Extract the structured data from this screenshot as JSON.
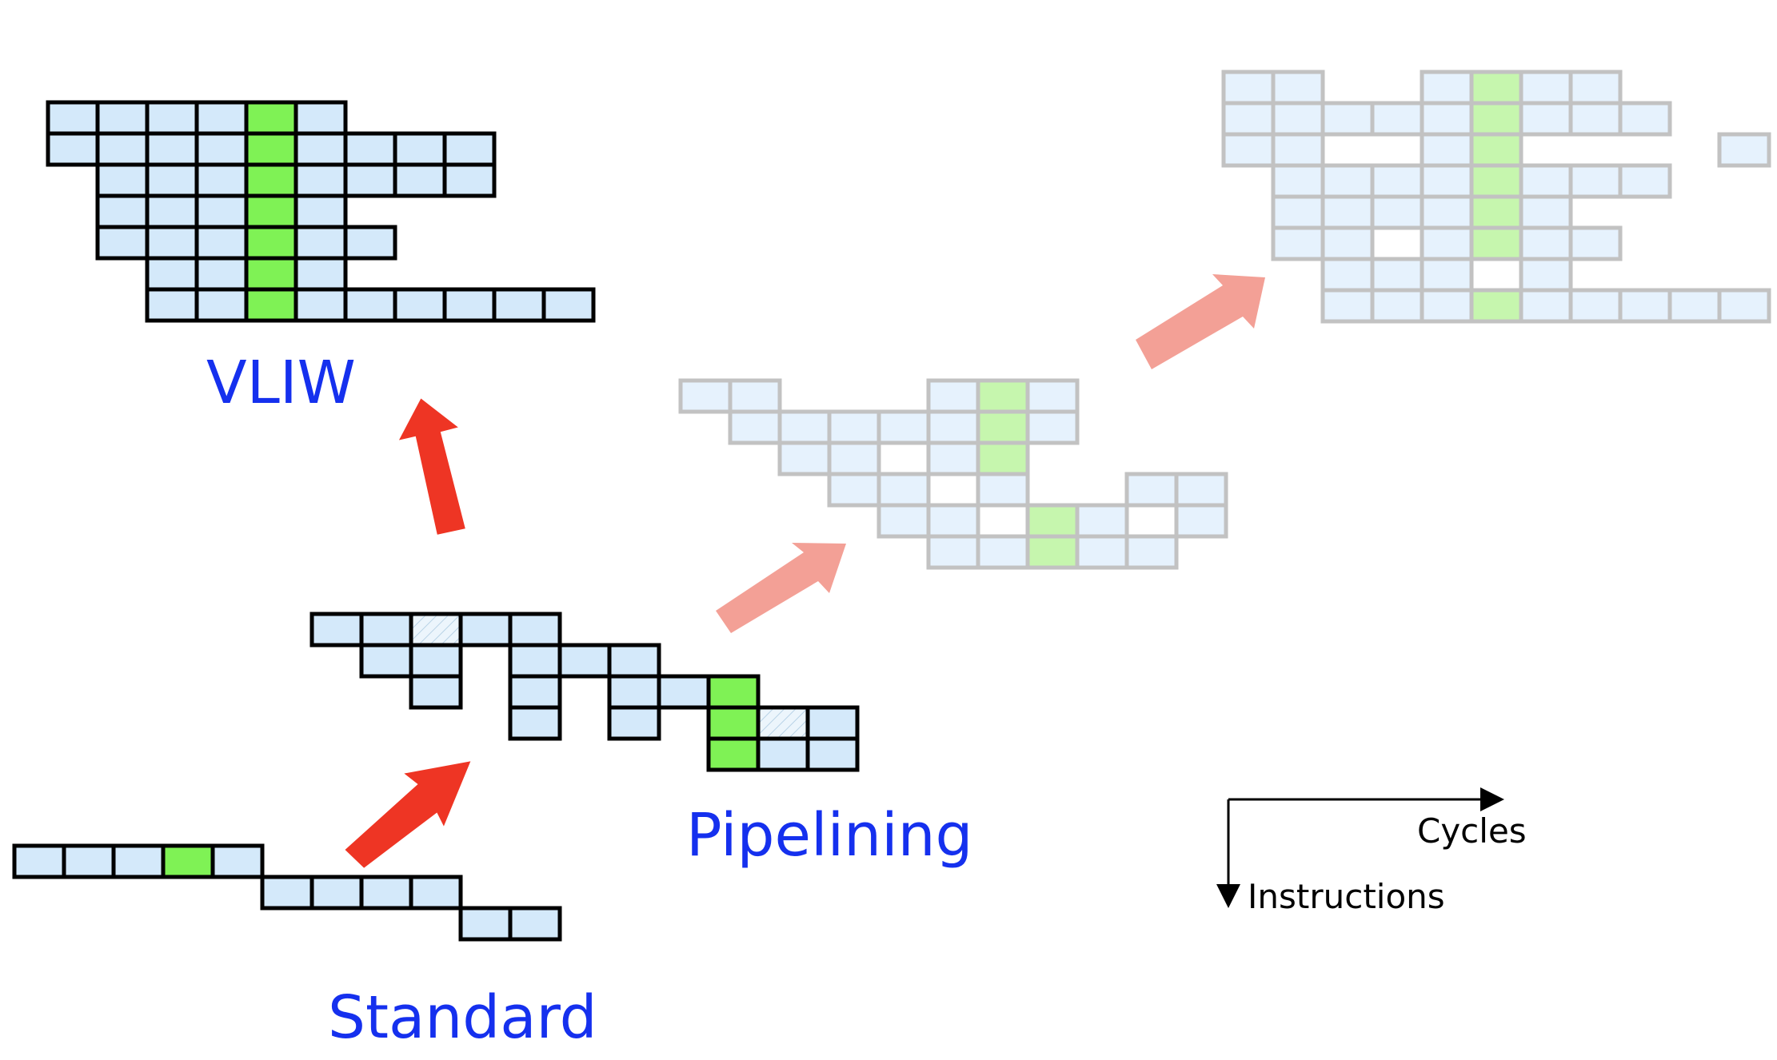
{
  "labels": {
    "vliw": "VLIW",
    "pipelining": "Pipelining",
    "standard": "Standard",
    "cycles": "Cycles",
    "instructions": "Instructions"
  },
  "colors": {
    "cell": "#d4e9fa",
    "highlight": "#7ff255",
    "faded_cell": "#e6f2fd",
    "faded_highlight": "#c6f6ae",
    "faded_border": "#c2c2c2",
    "arrow": "#ee3524",
    "faded_arrow": "#f3a096",
    "label": "#1530ee"
  },
  "legend": {
    "x_axis": "Cycles",
    "y_axis": "Instructions"
  }
}
